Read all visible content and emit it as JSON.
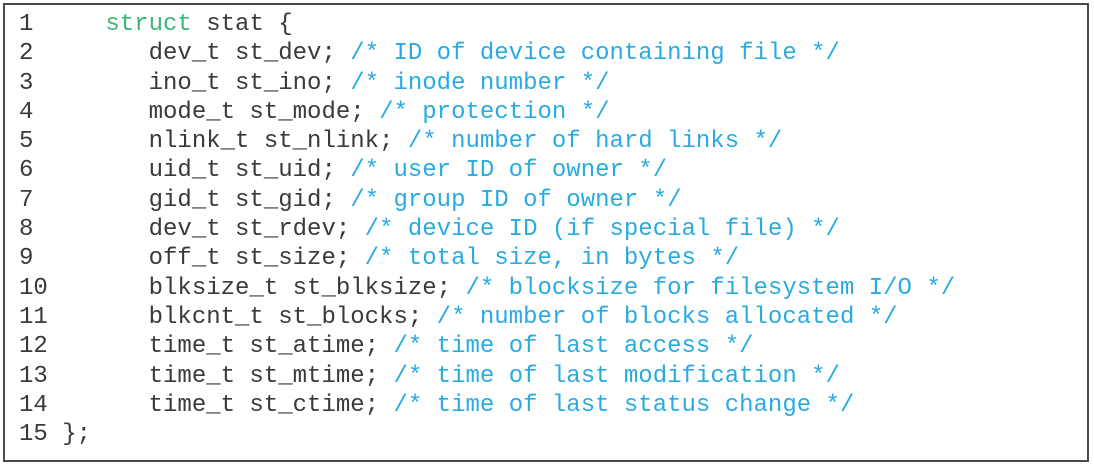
{
  "code_listing": {
    "colors": {
      "background": "#ffffff",
      "border": "#4a4a4a",
      "plain_text": "#3a3a3a",
      "line_number": "#3a3a3a",
      "keyword": "#3cb878",
      "comment": "#29abe2"
    },
    "lines": [
      {
        "number": "1",
        "segments": [
          {
            "type": "plain",
            "text": "   "
          },
          {
            "type": "keyword",
            "text": "struct"
          },
          {
            "type": "plain",
            "text": " stat {"
          }
        ]
      },
      {
        "number": "2",
        "segments": [
          {
            "type": "plain",
            "text": "      dev_t st_dev; "
          },
          {
            "type": "comment",
            "text": "/* ID of device containing file */"
          }
        ]
      },
      {
        "number": "3",
        "segments": [
          {
            "type": "plain",
            "text": "      ino_t st_ino; "
          },
          {
            "type": "comment",
            "text": "/* inode number */"
          }
        ]
      },
      {
        "number": "4",
        "segments": [
          {
            "type": "plain",
            "text": "      mode_t st_mode; "
          },
          {
            "type": "comment",
            "text": "/* protection */"
          }
        ]
      },
      {
        "number": "5",
        "segments": [
          {
            "type": "plain",
            "text": "      nlink_t st_nlink; "
          },
          {
            "type": "comment",
            "text": "/* number of hard links */"
          }
        ]
      },
      {
        "number": "6",
        "segments": [
          {
            "type": "plain",
            "text": "      uid_t st_uid; "
          },
          {
            "type": "comment",
            "text": "/* user ID of owner */"
          }
        ]
      },
      {
        "number": "7",
        "segments": [
          {
            "type": "plain",
            "text": "      gid_t st_gid; "
          },
          {
            "type": "comment",
            "text": "/* group ID of owner */"
          }
        ]
      },
      {
        "number": "8",
        "segments": [
          {
            "type": "plain",
            "text": "      dev_t st_rdev; "
          },
          {
            "type": "comment",
            "text": "/* device ID (if special file) */"
          }
        ]
      },
      {
        "number": "9",
        "segments": [
          {
            "type": "plain",
            "text": "      off_t st_size; "
          },
          {
            "type": "comment",
            "text": "/* total size, in bytes */"
          }
        ]
      },
      {
        "number": "10",
        "segments": [
          {
            "type": "plain",
            "text": "      blksize_t st_blksize; "
          },
          {
            "type": "comment",
            "text": "/* blocksize for filesystem I/O */"
          }
        ]
      },
      {
        "number": "11",
        "segments": [
          {
            "type": "plain",
            "text": "      blkcnt_t st_blocks; "
          },
          {
            "type": "comment",
            "text": "/* number of blocks allocated */"
          }
        ]
      },
      {
        "number": "12",
        "segments": [
          {
            "type": "plain",
            "text": "      time_t st_atime; "
          },
          {
            "type": "comment",
            "text": "/* time of last access */"
          }
        ]
      },
      {
        "number": "13",
        "segments": [
          {
            "type": "plain",
            "text": "      time_t st_mtime; "
          },
          {
            "type": "comment",
            "text": "/* time of last modification */"
          }
        ]
      },
      {
        "number": "14",
        "segments": [
          {
            "type": "plain",
            "text": "      time_t st_ctime; "
          },
          {
            "type": "comment",
            "text": "/* time of last status change */"
          }
        ]
      },
      {
        "number": "15",
        "segments": [
          {
            "type": "plain",
            "text": "};"
          }
        ]
      }
    ]
  }
}
